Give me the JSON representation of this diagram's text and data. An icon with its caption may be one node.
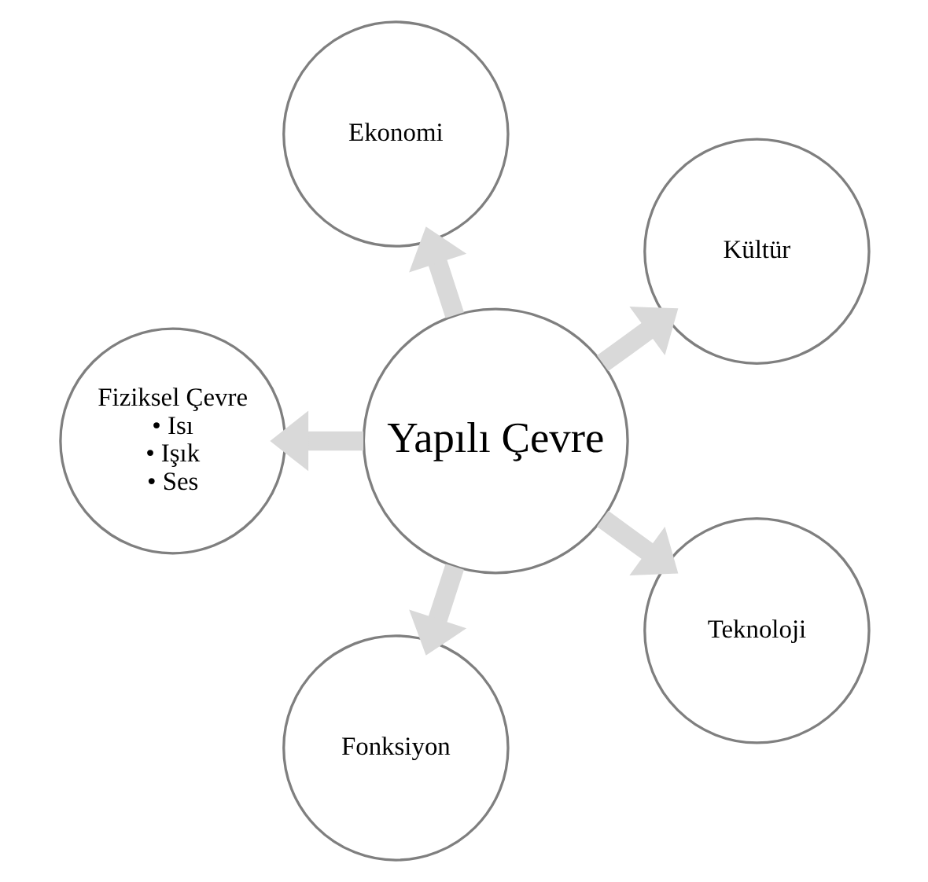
{
  "diagram": {
    "nodes": [
      {
        "text": [
          "Kültür"
        ]
      },
      {
        "text": [
          "Ekonomi"
        ]
      },
      {
        "text": [
          "Fiziksel Çevre",
          "• Isı",
          "• Işık",
          "• Ses"
        ]
      },
      {
        "text": [
          "Yapılı Çevre"
        ]
      },
      {
        "text": [
          "Fonksiyon"
        ]
      },
      {
        "text": [
          "Teknoloji"
        ]
      }
    ],
    "edges": [
      {
        "from": 3,
        "to": 0,
        "arrow": "to"
      },
      {
        "from": 3,
        "to": 2,
        "arrow": "to"
      },
      {
        "from": 3,
        "to": 5,
        "arrow": "to"
      },
      {
        "from": 3,
        "to": 4,
        "arrow": "to"
      },
      {
        "from": 3,
        "to": 1,
        "arrow": "to"
      }
    ]
  }
}
